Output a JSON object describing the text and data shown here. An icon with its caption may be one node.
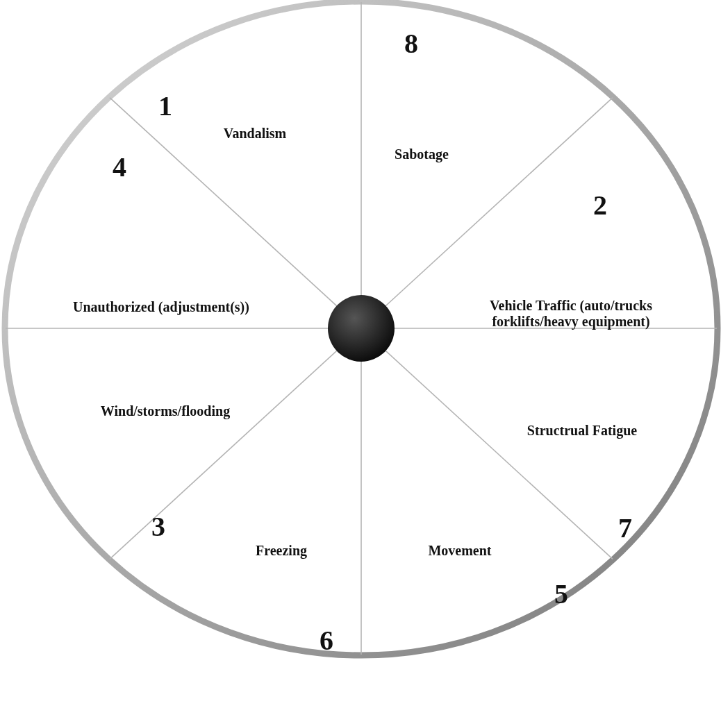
{
  "diagram": {
    "nodes": [
      {
        "text": [],
        "shape": "circle"
      },
      {
        "text": [
          "1",
          "Vandalism"
        ],
        "in": 0
      },
      {
        "text": [
          "8",
          "Sabotage"
        ],
        "in": 0
      },
      {
        "text": [
          "4",
          "Unauthorized (adjustment(s))"
        ],
        "in": 0
      },
      {
        "text": [
          "2",
          "Vehicle Traffic (auto/trucks forklifts/heavy equipment)"
        ],
        "in": 0
      },
      {
        "text": [
          "Wind/storms/flooding",
          "3"
        ],
        "in": 0
      },
      {
        "text": [
          "Structrual Fatigue",
          "7"
        ],
        "in": 0
      },
      {
        "text": [
          "Freezing",
          "6"
        ],
        "in": 0
      },
      {
        "text": [
          "Movement",
          "5"
        ],
        "in": 0
      },
      {
        "text": [],
        "shape": "circle",
        "in": 0
      }
    ]
  }
}
